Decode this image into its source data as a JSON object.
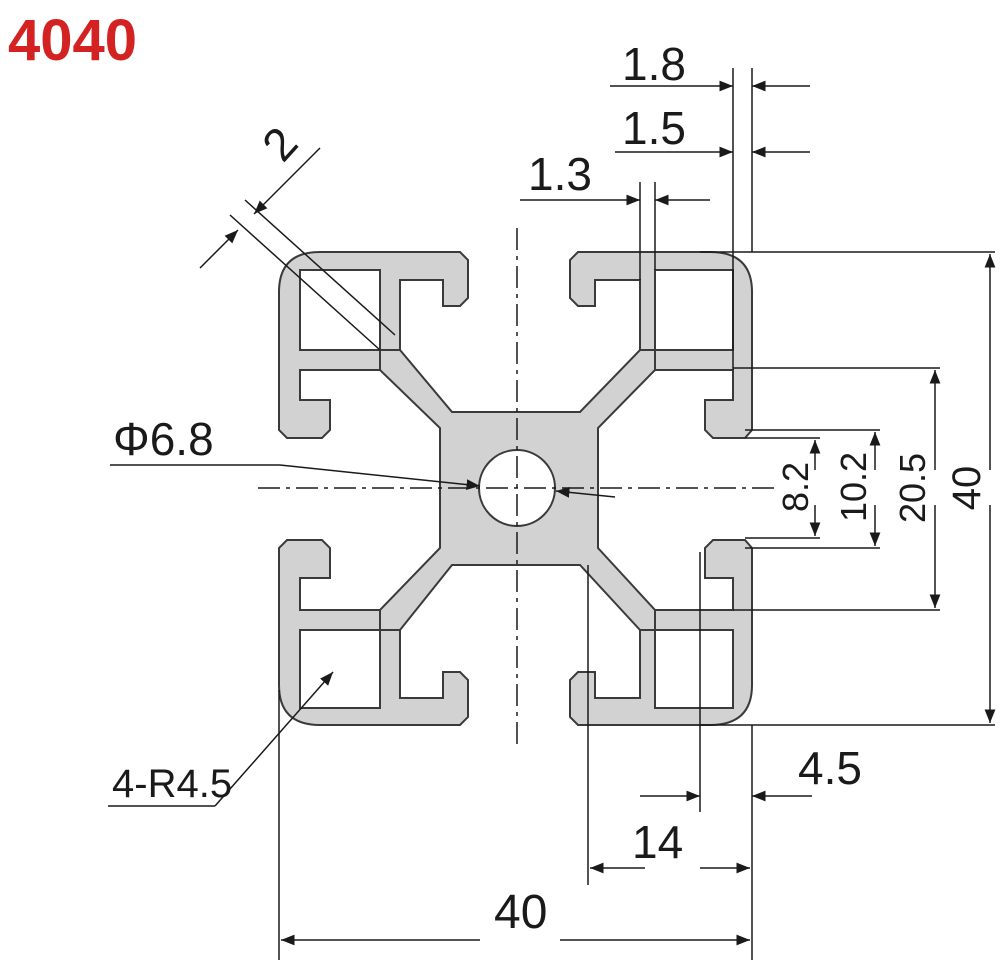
{
  "title": "4040",
  "colors": {
    "title": "#d42222",
    "profile_fill": "#d2d2d2",
    "profile_stroke": "#3a3a3a",
    "line": "#1a1a1a"
  },
  "dimensions": {
    "slot_top": "1.8",
    "slot_wall": "1.5",
    "inner_wall": "1.3",
    "diagonal_web": "2",
    "center_bore": "Φ6.8",
    "slot_depth_8_2": "8.2",
    "slot_width_10_2": "10.2",
    "slot_span": "20.5",
    "height": "40",
    "corner_radius": "4-R4.5",
    "lip": "4.5",
    "half_width": "14",
    "width": "40"
  }
}
